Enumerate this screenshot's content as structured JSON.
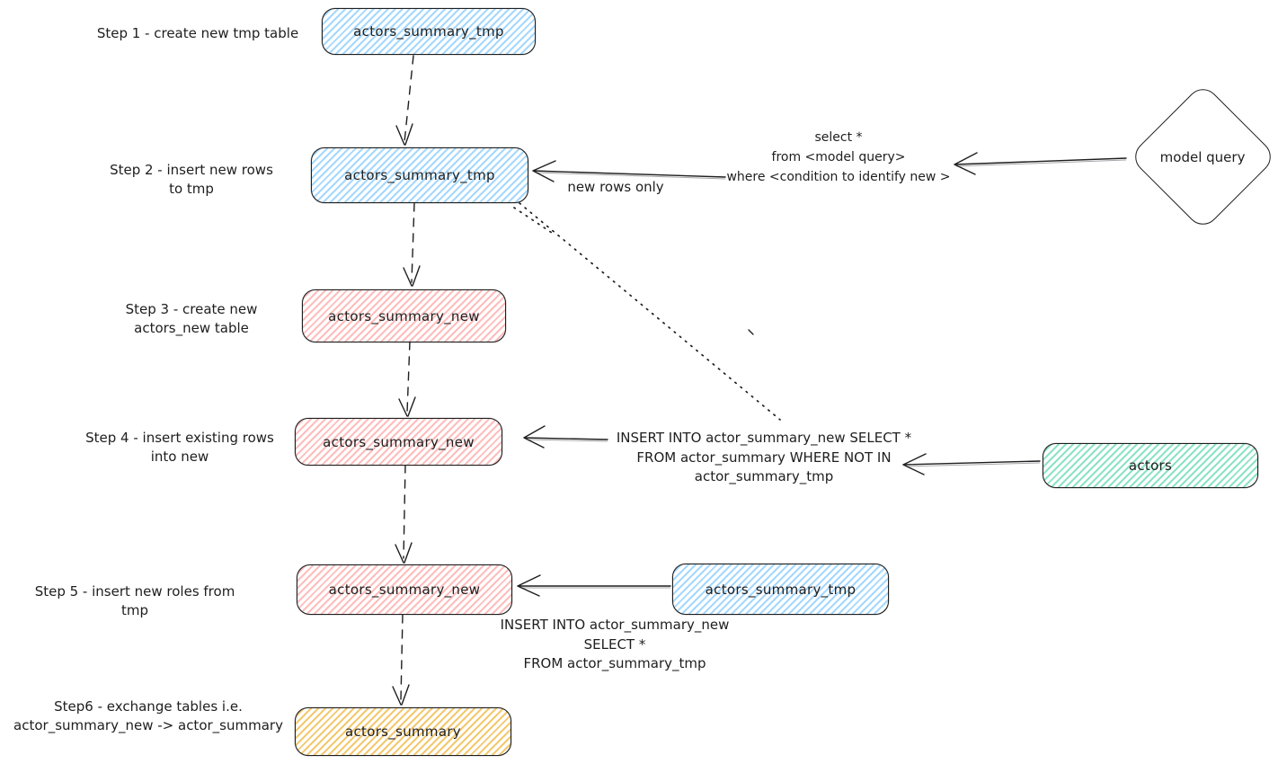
{
  "title": "table exchange flow diagram",
  "palette": {
    "stroke": "#1e1e1e",
    "blue_hatch": "#a5d8ff",
    "pink_hatch": "#ffbdbd",
    "teal_hatch": "#8ce3c5",
    "yellow_hatch": "#f3c96f",
    "background": "#ffffff"
  },
  "nodes": {
    "step1": {
      "label": "actors_summary_tmp",
      "color": "blue"
    },
    "step2": {
      "label": "actors_summary_tmp",
      "color": "blue"
    },
    "step3": {
      "label": "actors_summary_new",
      "color": "pink"
    },
    "step4": {
      "label": "actors_summary_new",
      "color": "pink"
    },
    "step5": {
      "label": "actors_summary_new",
      "color": "pink"
    },
    "step6": {
      "label": "actors_summary",
      "color": "yellow"
    },
    "tmp_source": {
      "label": "actors_summary_tmp",
      "color": "blue"
    },
    "actors": {
      "label": "actors",
      "color": "teal"
    },
    "model_query": {
      "label": "model query",
      "color": "white"
    }
  },
  "step_labels": {
    "step1": {
      "line1": "Step 1 - create new tmp table"
    },
    "step2": {
      "line1": "Step 2 - insert new rows",
      "line2": "to tmp"
    },
    "step3": {
      "line1": "Step 3 - create new",
      "line2": "actors_new table"
    },
    "step4": {
      "line1": "Step 4 - insert existing rows",
      "line2": "into new"
    },
    "step5": {
      "line1": "Step 5 - insert new roles from tmp"
    },
    "step6": {
      "line1": "Step6 - exchange tables i.e.",
      "line2": "actor_summary_new -> actor_summary"
    }
  },
  "annotations": {
    "model_query_sql": {
      "line1": "select *",
      "line2": "from <model query>",
      "line3": "where <condition to identify new >"
    },
    "new_rows_only": "new rows only",
    "insert_existing_sql": {
      "line1": "INSERT INTO actor_summary_new SELECT *",
      "line2": "FROM actor_summary WHERE NOT IN",
      "line3": "actor_summary_tmp"
    },
    "insert_from_tmp_sql": {
      "line1": "INSERT INTO actor_summary_new",
      "line2": "SELECT *",
      "line3": "FROM actor_summary_tmp"
    }
  }
}
